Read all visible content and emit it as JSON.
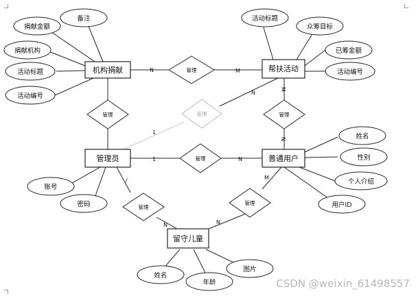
{
  "entities": {
    "donation": "机构捐献",
    "activity": "帮扶活动",
    "admin": "管理员",
    "user": "普通用户",
    "child": "留守儿童"
  },
  "attributes": {
    "donation_amount": "捐献金额",
    "remark": "备注",
    "donor_org": "捐献机构",
    "donation_activity_title": "活动标题",
    "donation_activity_no": "活动编号",
    "activity_title": "活动标题",
    "target": "众筹目标",
    "raised": "已筹金额",
    "activity_no": "活动编号",
    "user_name": "姓名",
    "gender": "性别",
    "intro": "个人介绍",
    "user_id": "用户ID",
    "account": "账号",
    "password": "密码",
    "child_name": "姓名",
    "age": "年龄",
    "photo": "图片"
  },
  "relationships": {
    "r1": "管理",
    "r2": "管理",
    "r3": "管理",
    "r4": "管理",
    "r5": "管理",
    "r6": "管理",
    "r7": "管理"
  },
  "cardinalities": {
    "don_r1": "N",
    "r1_act": "M",
    "admin_act": "N",
    "admin_r7": "1",
    "act_r4": "M",
    "r4_user": "N",
    "admin_r3": "1",
    "r3_user": "N",
    "admin_r5": "/",
    "r5_child": "N",
    "r6_child": "N",
    "user_r6": "M"
  },
  "watermark": "CSDN @weixin_61498557"
}
